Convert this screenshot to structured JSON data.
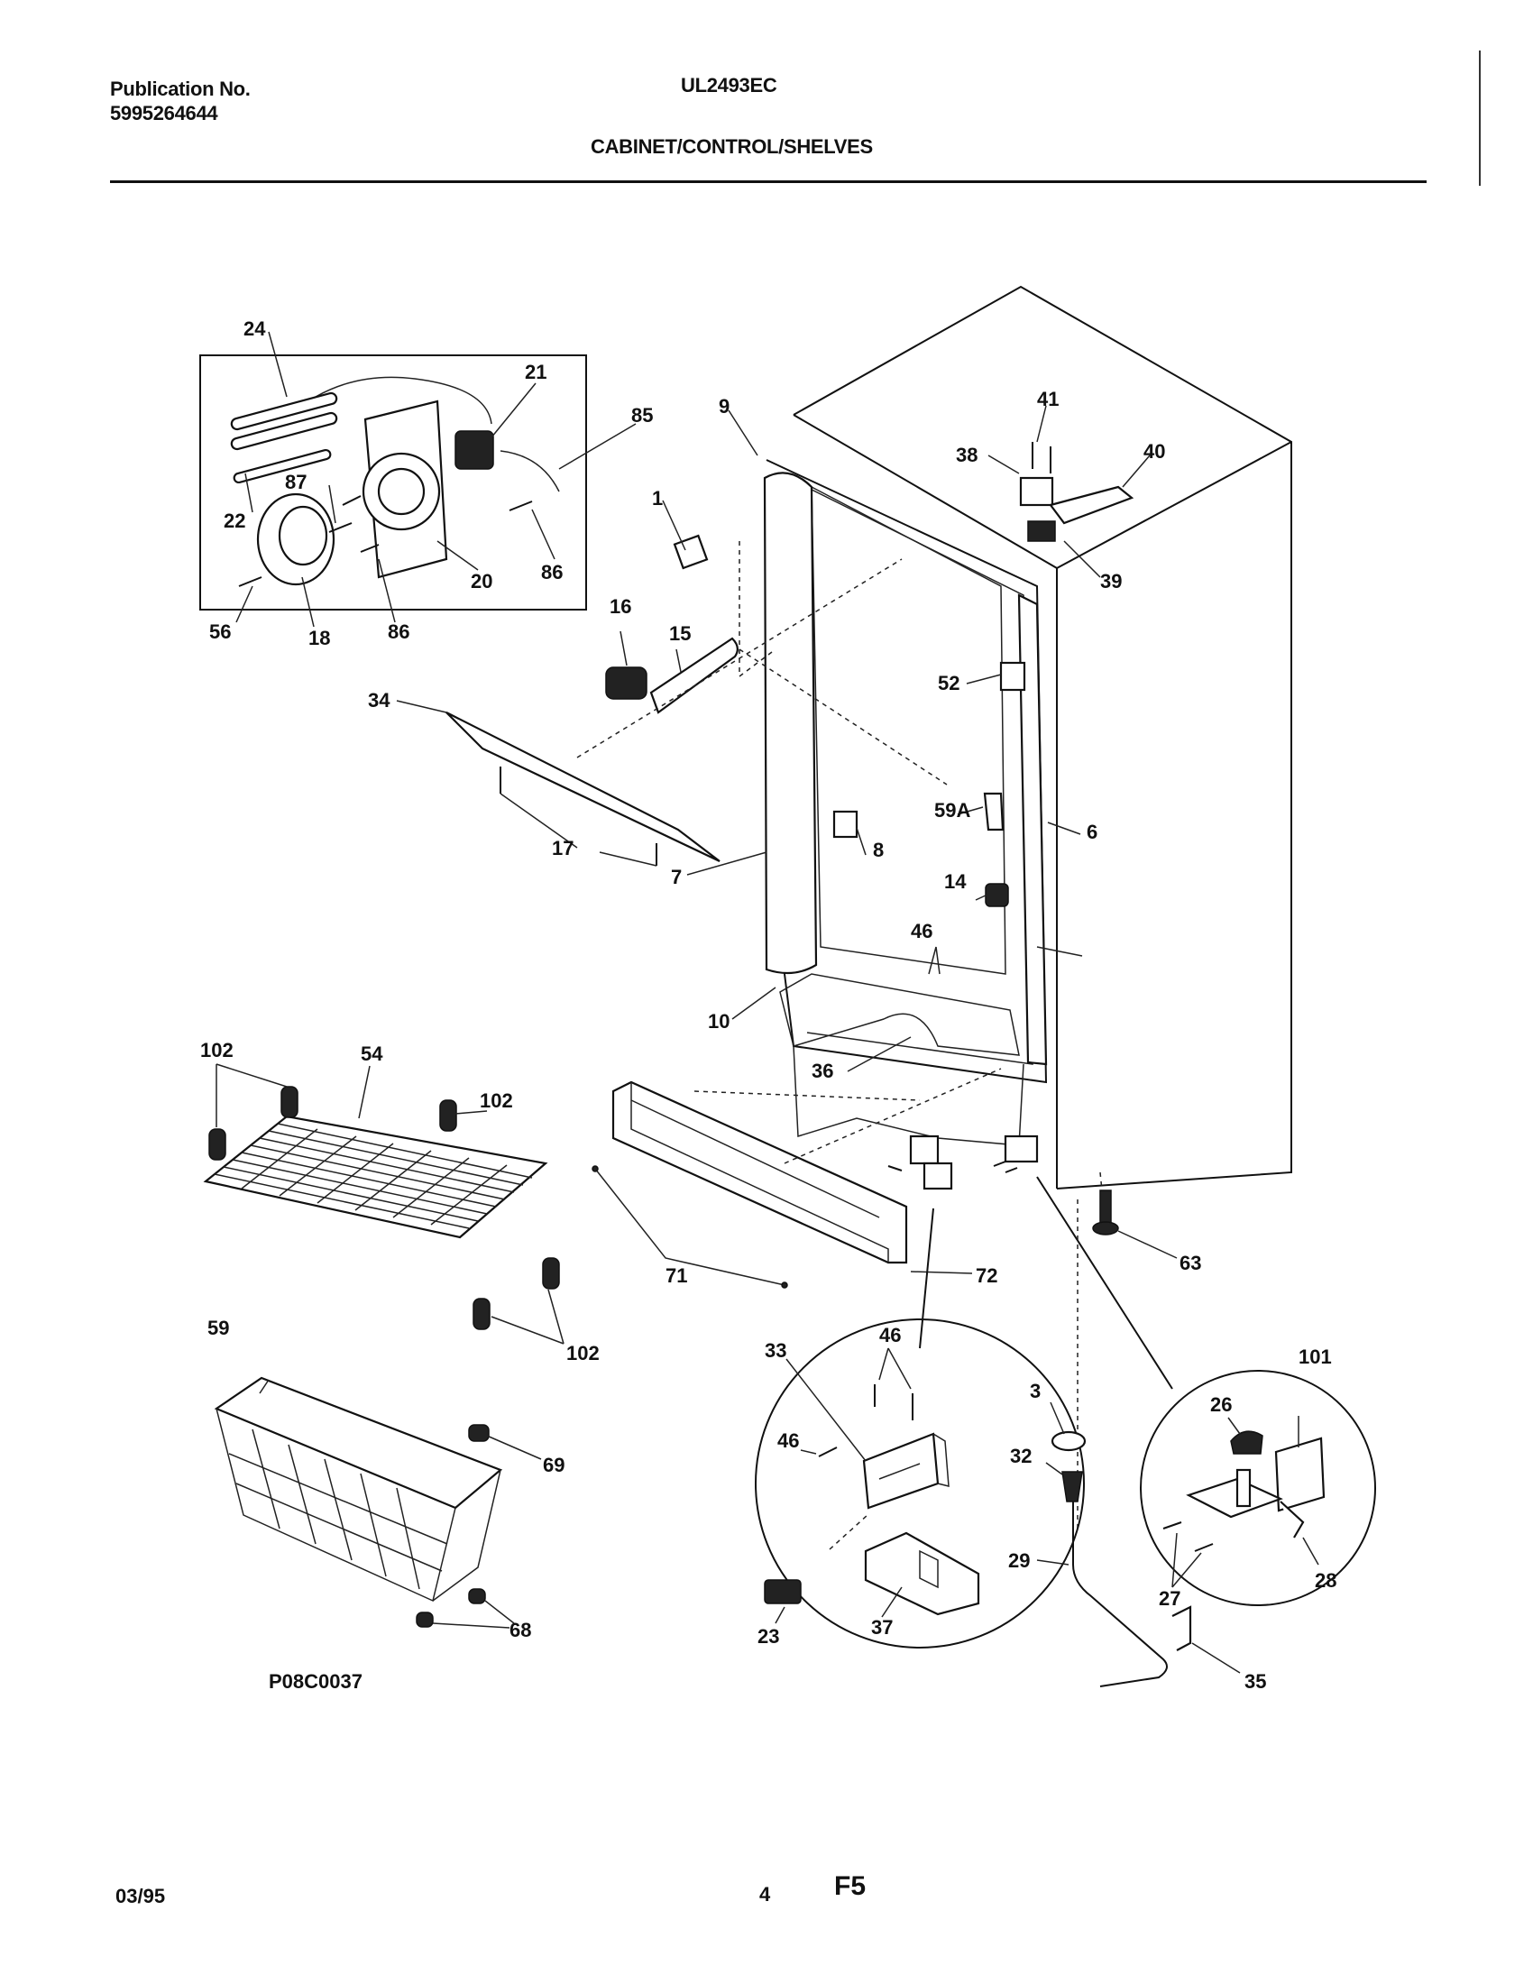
{
  "header": {
    "publication_label": "Publication No.",
    "publication_number": "5995264644",
    "model": "UL2493EC",
    "section_title": "CABINET/CONTROL/SHELVES"
  },
  "diagram": {
    "drawing_number": "P08C0037",
    "callouts": [
      {
        "id": "24",
        "label": "24"
      },
      {
        "id": "21",
        "label": "21"
      },
      {
        "id": "85",
        "label": "85"
      },
      {
        "id": "87",
        "label": "87"
      },
      {
        "id": "22",
        "label": "22"
      },
      {
        "id": "20",
        "label": "20"
      },
      {
        "id": "86a",
        "label": "86"
      },
      {
        "id": "86b",
        "label": "86"
      },
      {
        "id": "56",
        "label": "56"
      },
      {
        "id": "18",
        "label": "18"
      },
      {
        "id": "9",
        "label": "9"
      },
      {
        "id": "1",
        "label": "1"
      },
      {
        "id": "16",
        "label": "16"
      },
      {
        "id": "15",
        "label": "15"
      },
      {
        "id": "34",
        "label": "34"
      },
      {
        "id": "17",
        "label": "17"
      },
      {
        "id": "7",
        "label": "7"
      },
      {
        "id": "10",
        "label": "10"
      },
      {
        "id": "41",
        "label": "41"
      },
      {
        "id": "38",
        "label": "38"
      },
      {
        "id": "40",
        "label": "40"
      },
      {
        "id": "39",
        "label": "39"
      },
      {
        "id": "52",
        "label": "52"
      },
      {
        "id": "59A",
        "label": "59A"
      },
      {
        "id": "6",
        "label": "6"
      },
      {
        "id": "8",
        "label": "8"
      },
      {
        "id": "14",
        "label": "14"
      },
      {
        "id": "46a",
        "label": "46"
      },
      {
        "id": "36",
        "label": "36"
      },
      {
        "id": "102a",
        "label": "102"
      },
      {
        "id": "54",
        "label": "54"
      },
      {
        "id": "102b",
        "label": "102"
      },
      {
        "id": "102c",
        "label": "102"
      },
      {
        "id": "71",
        "label": "71"
      },
      {
        "id": "72",
        "label": "72"
      },
      {
        "id": "63",
        "label": "63"
      },
      {
        "id": "59",
        "label": "59"
      },
      {
        "id": "69",
        "label": "69"
      },
      {
        "id": "68",
        "label": "68"
      },
      {
        "id": "46b",
        "label": "46"
      },
      {
        "id": "33",
        "label": "33"
      },
      {
        "id": "46c",
        "label": "46"
      },
      {
        "id": "23",
        "label": "23"
      },
      {
        "id": "37",
        "label": "37"
      },
      {
        "id": "3",
        "label": "3"
      },
      {
        "id": "32",
        "label": "32"
      },
      {
        "id": "29",
        "label": "29"
      },
      {
        "id": "26",
        "label": "26"
      },
      {
        "id": "101",
        "label": "101"
      },
      {
        "id": "27",
        "label": "27"
      },
      {
        "id": "28",
        "label": "28"
      },
      {
        "id": "35",
        "label": "35"
      }
    ]
  },
  "footer": {
    "date": "03/95",
    "page": "4",
    "code": "F5"
  }
}
